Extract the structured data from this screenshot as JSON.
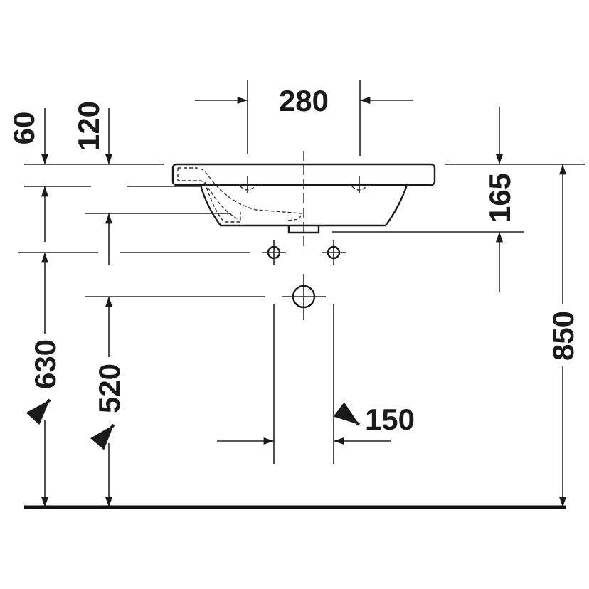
{
  "drawing": {
    "type": "technical dimension drawing",
    "subject": "wall-mounted washbasin front elevation",
    "units": "mm",
    "dimensions": {
      "tap_hole_spacing": "280",
      "top_offset_60": "60",
      "top_offset_120": "120",
      "basin_depth": "165",
      "overall_height": "850",
      "height_630": "630",
      "height_520": "520",
      "waste_spacing": "150"
    },
    "colors": {
      "line": "#222222",
      "background": "#ffffff"
    }
  }
}
